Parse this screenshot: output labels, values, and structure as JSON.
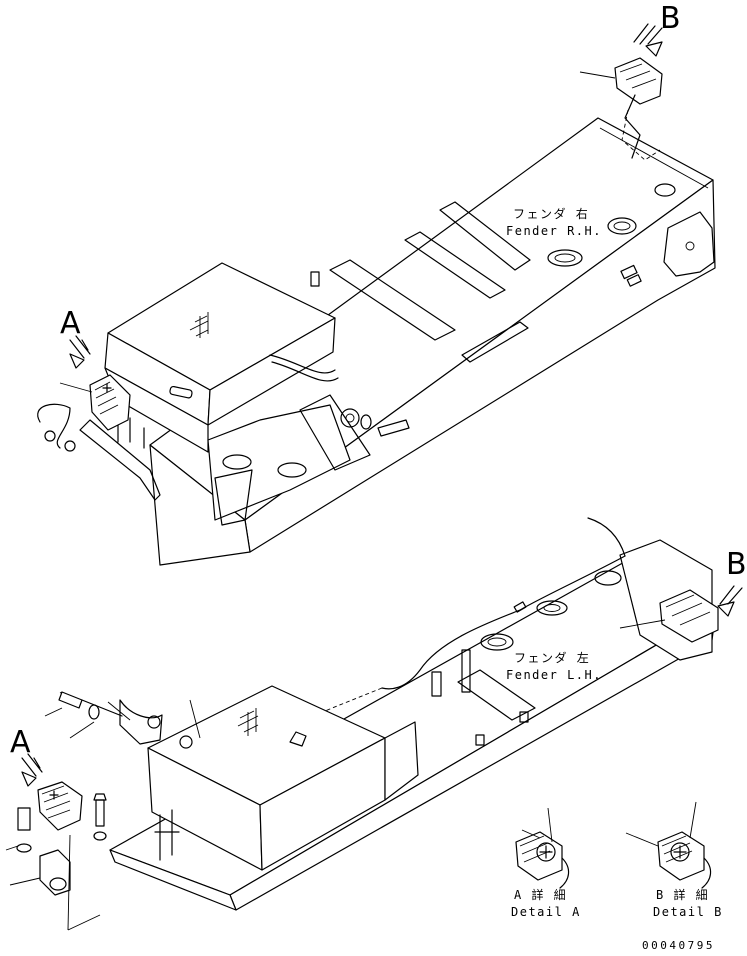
{
  "labels": {
    "view_a_top": "A",
    "view_b_top": "B",
    "view_a_bottom": "A",
    "view_b_bottom": "B"
  },
  "fender_rh": {
    "jp": "フェンダ 右",
    "en": "Fender R.H."
  },
  "fender_lh": {
    "jp": "フェンダ 左",
    "en": "Fender L.H."
  },
  "detail_a": {
    "jp": "A 詳 細",
    "en": "Detail A"
  },
  "detail_b": {
    "jp": "B 詳 細",
    "en": "Detail B"
  },
  "drawing_number": "00040795"
}
